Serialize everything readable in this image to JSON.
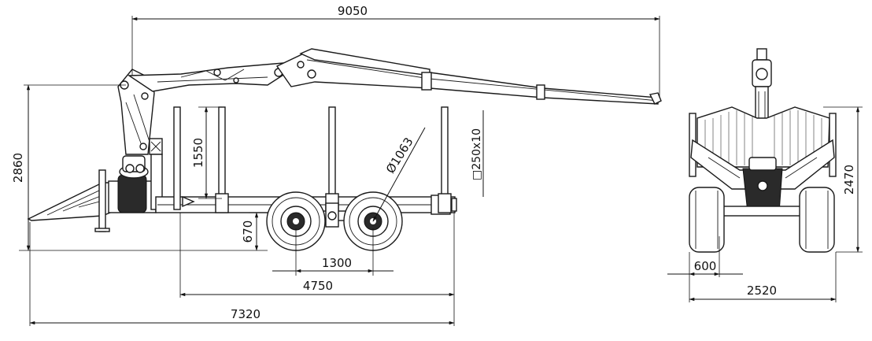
{
  "dimensions": {
    "overall_length_crane": "9050",
    "height": "2860",
    "stake_height": "1550",
    "stake_section": "□250x10",
    "wheel_diameter": "Ø1063",
    "ground_clearance": "670",
    "axle_spacing": "1300",
    "bunk_length": "4750",
    "total_length": "7320",
    "front_height": "2470",
    "track_offset": "600",
    "overall_width": "2520"
  },
  "colors": {
    "line": "#111111",
    "fill": "#ffffff",
    "shade": "#2a2a2a"
  }
}
